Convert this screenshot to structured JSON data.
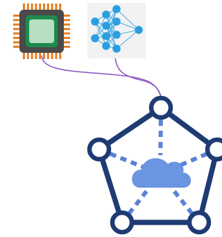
{
  "diagram": {
    "nodes": [
      {
        "id": "cpu-chip",
        "icon": "cpu-chip-icon",
        "label": ""
      },
      {
        "id": "neural-network",
        "icon": "neural-network-icon",
        "label": ""
      },
      {
        "id": "cloud-network",
        "icon": "cloud-network-icon",
        "label": ""
      }
    ],
    "edges": [
      {
        "from": "cpu-chip",
        "to": "cloud-network"
      },
      {
        "from": "neural-network",
        "to": "cloud-network"
      }
    ],
    "colors": {
      "chip_body": "#4a4a4a",
      "chip_pins": "#e67e22",
      "chip_core_outer": "#1e8a4f",
      "chip_core_inner": "#b7dfc2",
      "nn_background": "#f2f2f2",
      "nn_node": "#2a9fe0",
      "nn_edge": "#2a9fe0",
      "connector": "#8e5bc2",
      "network_frame": "#1f3b73",
      "spoke": "#5b82d6",
      "cloud": "#6a95e0",
      "node_fill": "#ffffff"
    }
  }
}
